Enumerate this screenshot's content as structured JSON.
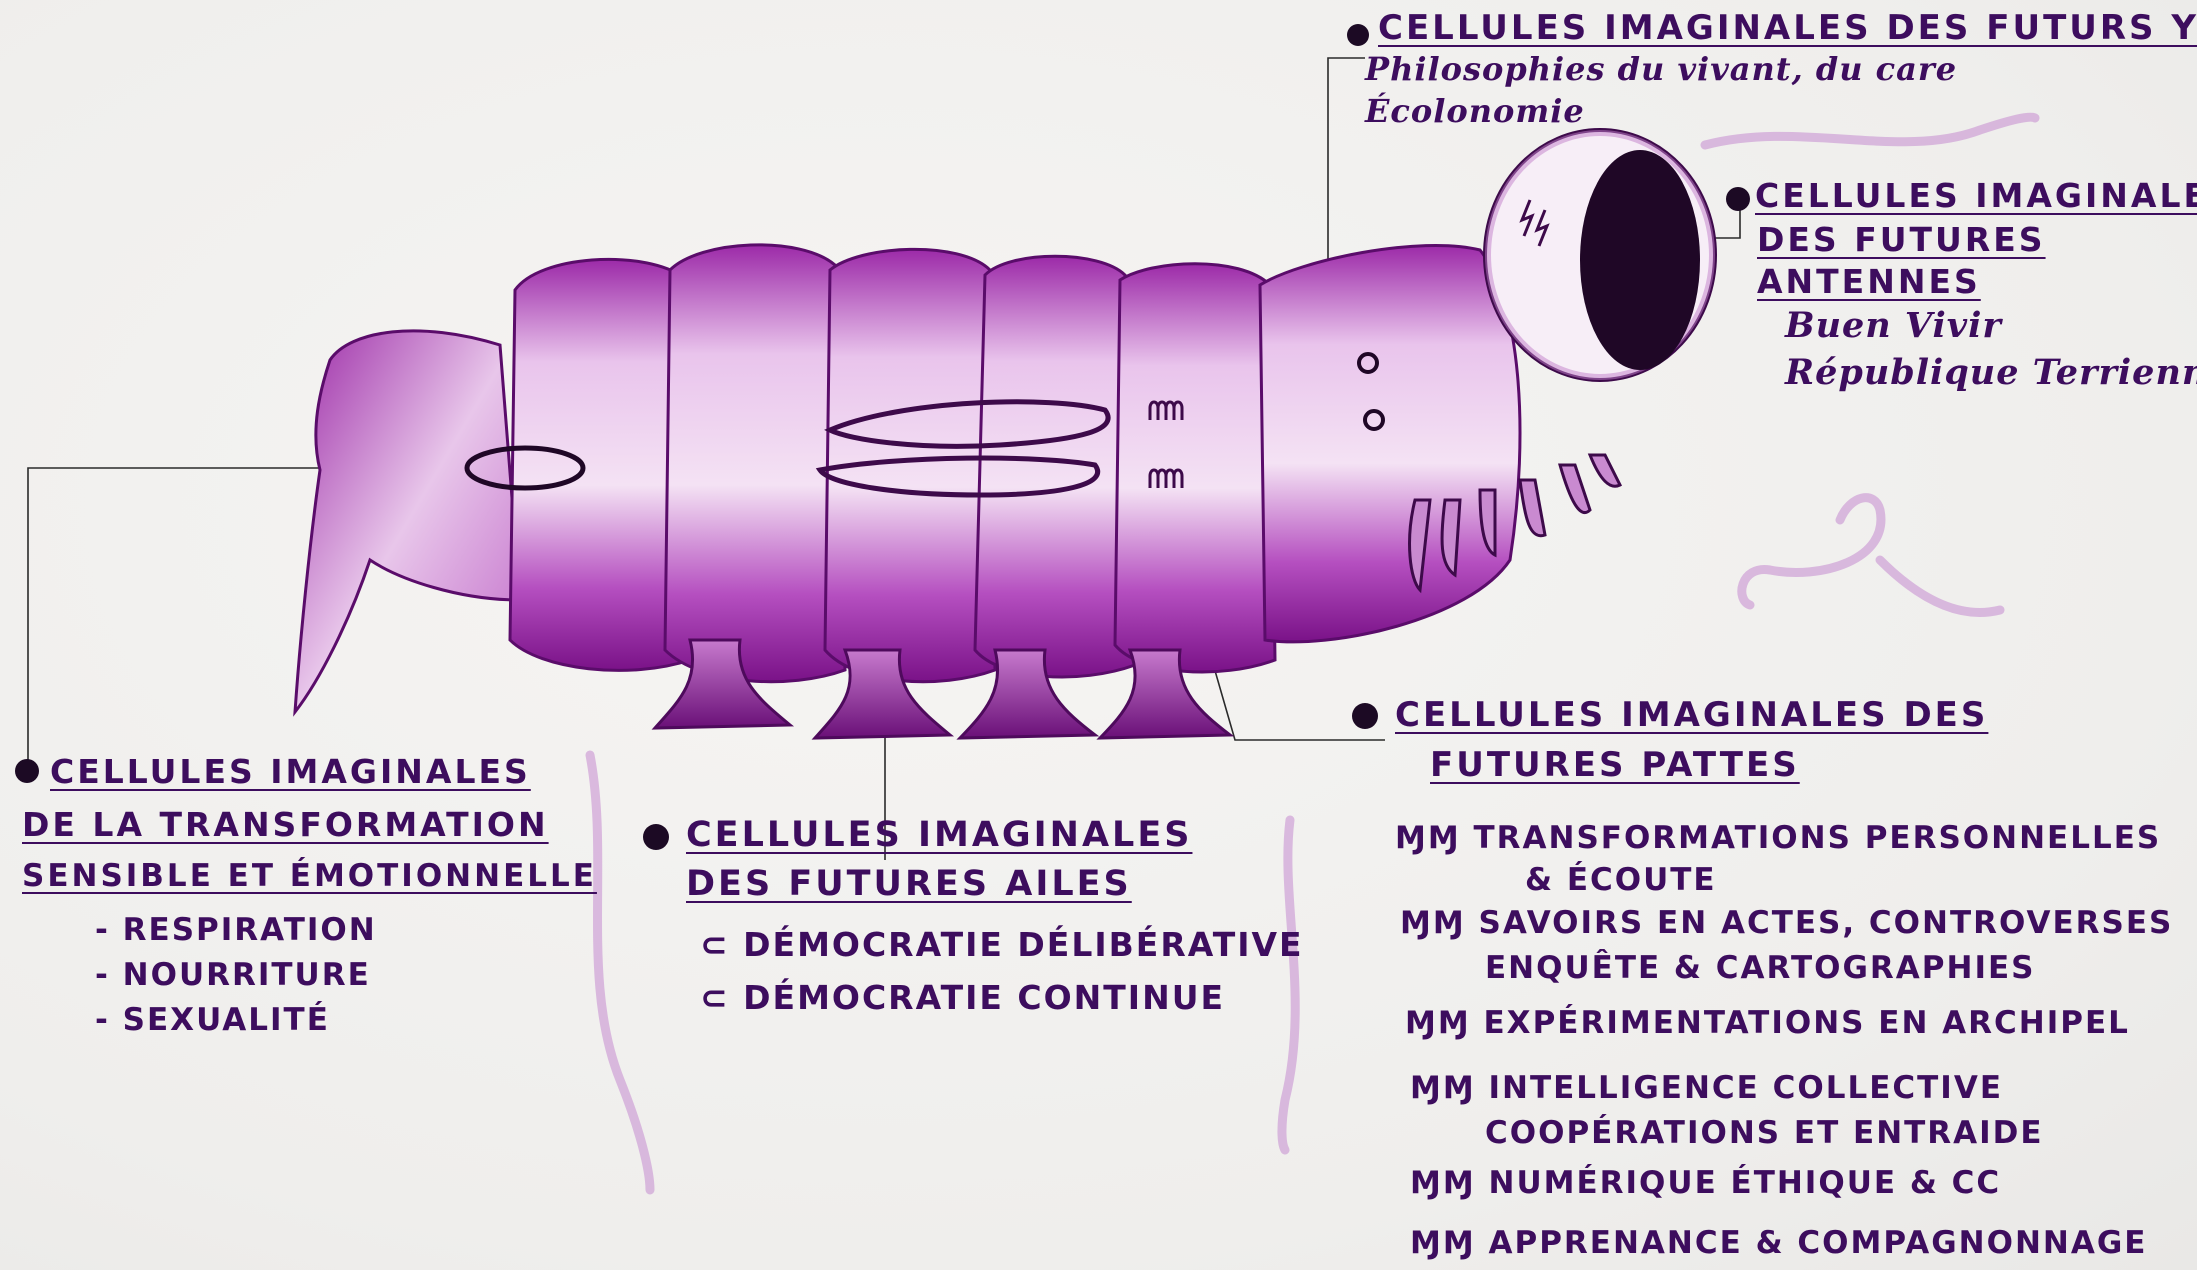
{
  "sections": {
    "eyes": {
      "title": "Cellules imaginales des futurs yeux",
      "items": [
        "Philosophies du vivant, du care",
        "Écolonomie"
      ]
    },
    "antennae": {
      "title_lines": [
        "Cellules imaginales",
        "des futures",
        "antennes"
      ],
      "items": [
        "Buen Vivir",
        "République Terrienne"
      ]
    },
    "transformation": {
      "title_lines": [
        "Cellules imaginales",
        "de la transformation",
        "sensible et émotionnelle"
      ],
      "items": [
        "- Respiration",
        "- Nourriture",
        "- Sexualité"
      ]
    },
    "wings": {
      "title_lines": [
        "Cellules imaginales",
        "des futures ailes"
      ],
      "items": [
        "Démocratie délibérative",
        "Démocratie continue"
      ]
    },
    "legs": {
      "title_lines": [
        "Cellules imaginales des",
        "futures pattes"
      ],
      "items": [
        "Transformations personnelles",
        "& écoute",
        "Savoirs en actes, controverses",
        "enquête & cartographies",
        "Expérimentations en archipel",
        "Intelligence collective",
        "coopérations et entraide",
        "Numérique éthique & CC",
        "Apprenance & compagnonnage"
      ]
    }
  },
  "colors": {
    "ink": "#3d0d5e",
    "body": "#a52ab5",
    "body_light": "#e6b8ea",
    "bullet": "#1c0a24"
  },
  "icons": [
    "caterpillar-illustration",
    "bullet-dot-icon",
    "leg-marker-icon",
    "wing-marker-icon",
    "antenna-marker-icon"
  ]
}
